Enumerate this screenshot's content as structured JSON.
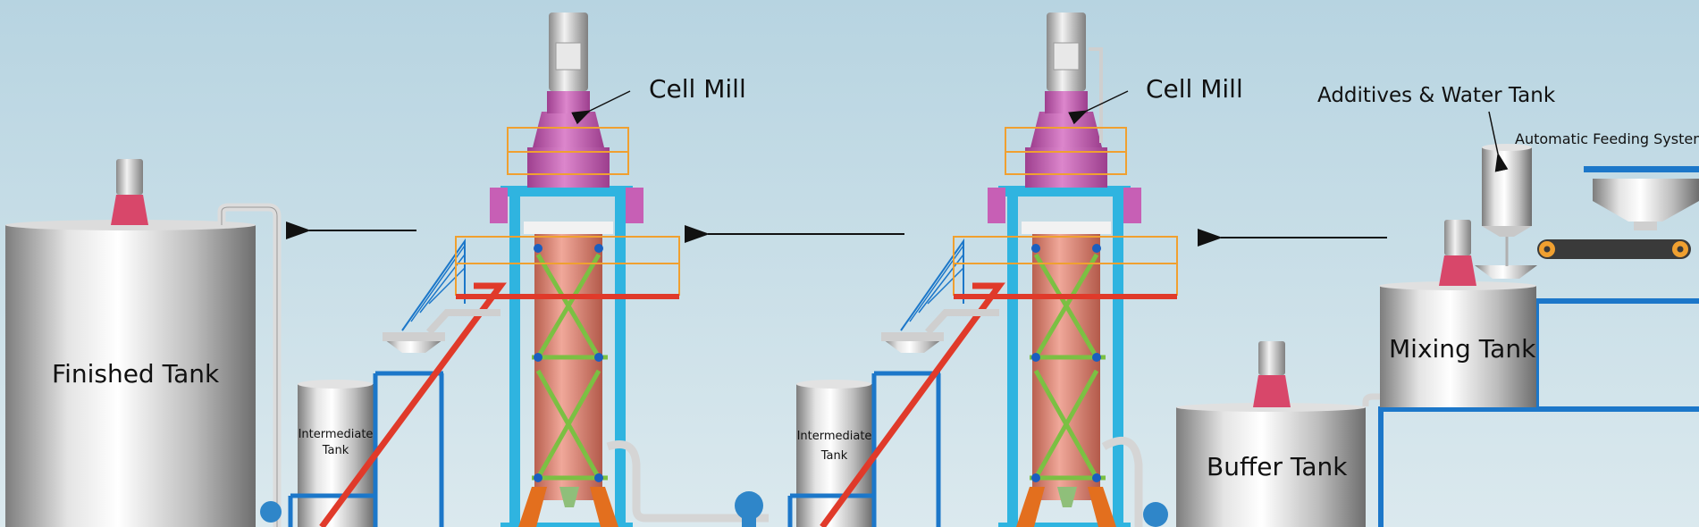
{
  "labels": {
    "cell_mill_1": "Cell Mill",
    "cell_mill_2": "Cell Mill",
    "additives_tank": "Additives & Water Tank",
    "feeding_system": "Automatic Feeding System",
    "finished_tank": "Finished Tank",
    "intermediate_tank_1_line1": "Intermediate",
    "intermediate_tank_1_line2": "Tank",
    "intermediate_tank_2_line1": "Intermediate",
    "intermediate_tank_2_line2": "Tank",
    "buffer_tank": "Buffer Tank",
    "mixing_tank": "Mixing Tank"
  },
  "colors": {
    "background_top": "#b9d6e2",
    "background_bottom": "#d8e8ee",
    "frame_cyan": "#2fb4e0",
    "frame_blue": "#1c77c9",
    "mill_body": "#d9897a",
    "mill_top": "#c75fb5",
    "platform_orange": "#f0a030",
    "platform_red": "#e03a2a",
    "brace_green": "#7bc043",
    "motor_pink": "#d84a6a"
  }
}
